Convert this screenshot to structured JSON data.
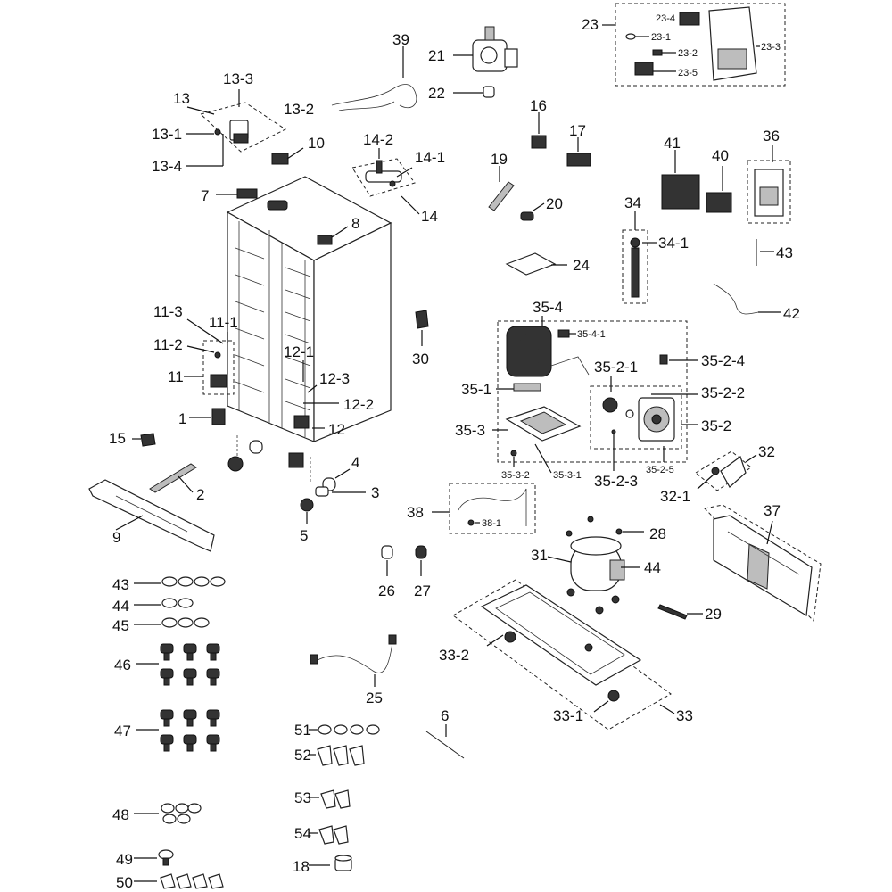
{
  "callouts": {
    "c39": "39",
    "c21": "21",
    "c22": "22",
    "c23": "23",
    "c23_4": "23-4",
    "c23_1": "23-1",
    "c23_2": "23-2",
    "c23_3": "23-3",
    "c23_5": "23-5",
    "c13": "13",
    "c13_3": "13-3",
    "c13_2": "13-2",
    "c13_1": "13-1",
    "c13_4": "13-4",
    "c10": "10",
    "c16": "16",
    "c17": "17",
    "c41": "41",
    "c40": "40",
    "c36": "36",
    "c14_2": "14-2",
    "c14_1": "14-1",
    "c14": "14",
    "c19": "19",
    "c20": "20",
    "c7": "7",
    "c8": "8",
    "c34": "34",
    "c34_1": "34-1",
    "c43a": "43",
    "c24": "24",
    "c42": "42",
    "c11_3": "11-3",
    "c11_1": "11-1",
    "c11_2": "11-2",
    "c11": "11",
    "c12_1": "12-1",
    "c12_3": "12-3",
    "c12_2": "12-2",
    "c12": "12",
    "c1": "1",
    "c30": "30",
    "c35_4": "35-4",
    "c35_4_1": "35-4-1",
    "c35_2_4": "35-2-4",
    "c35_2_1": "35-2-1",
    "c35_1": "35-1",
    "c35_2_2": "35-2-2",
    "c35_3": "35-3",
    "c35_2": "35-2",
    "c15": "15",
    "c32": "32",
    "c35_3_2": "35-3-2",
    "c35_3_1": "35-3-1",
    "c35_2_3": "35-2-3",
    "c35_2_5": "35-2-5",
    "c32_1": "32-1",
    "c4": "4",
    "c2": "2",
    "c3": "3",
    "c9": "9",
    "c5": "5",
    "c38": "38",
    "c38_1": "38-1",
    "c37": "37",
    "c28": "28",
    "c31": "31",
    "c44a": "44",
    "c26": "26",
    "c27": "27",
    "c29": "29",
    "c43b": "43",
    "c44b": "44",
    "c45": "45",
    "c46": "46",
    "c47": "47",
    "c33_2": "33-2",
    "c25": "25",
    "c33_1": "33-1",
    "c33": "33",
    "c6": "6",
    "c51": "51",
    "c52": "52",
    "c48": "48",
    "c53": "53",
    "c54": "54",
    "c49": "49",
    "c18": "18",
    "c50": "50"
  }
}
